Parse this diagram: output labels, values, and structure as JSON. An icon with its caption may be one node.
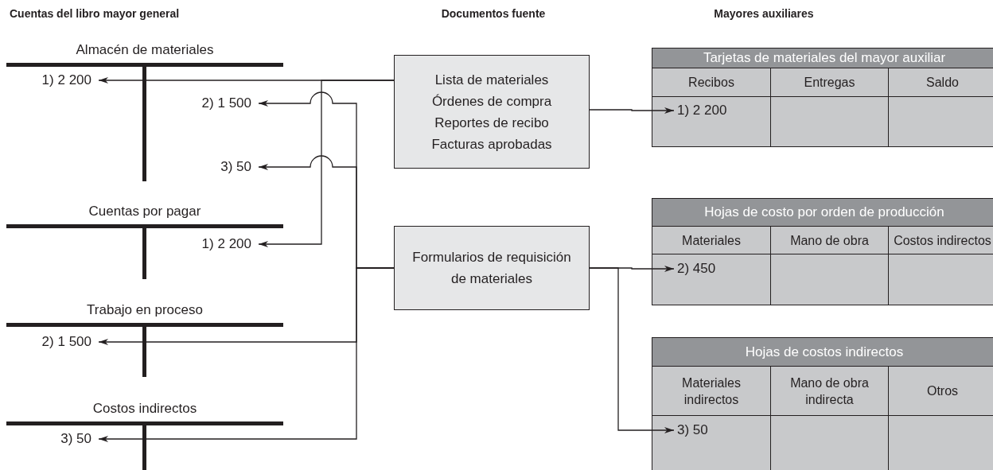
{
  "diagram": {
    "nodes": [
      {
        "text": [
          "Almacén de materiales"
        ]
      },
      {
        "text": [
          "1) 2 200"
        ],
        "in": 0
      },
      {
        "text": [
          "2) 1 500"
        ],
        "in": 0
      },
      {
        "text": [
          "3) 50"
        ],
        "in": 0
      },
      {
        "text": [
          "Cuentas por pagar"
        ]
      },
      {
        "text": [
          "1) 2 200"
        ],
        "in": 4
      },
      {
        "text": [
          "Trabajo en proceso"
        ]
      },
      {
        "text": [
          "2) 1 500"
        ],
        "in": 6
      },
      {
        "text": [
          "Costos indirectos"
        ]
      },
      {
        "text": [
          "3) 50"
        ],
        "in": 8
      },
      {
        "text": [
          "Lista de materiales",
          "Órdenes de compra",
          "Reportes de recibo",
          "Facturas aprobadas"
        ]
      },
      {
        "text": [
          "Formularios de requisición de materiales"
        ]
      },
      {
        "text": [
          "Tarjetas de materiales del mayor auxiliar",
          "Recibos",
          "Entregas",
          "Saldo"
        ]
      },
      {
        "text": [
          "1) 2 200"
        ],
        "in": 12
      },
      {
        "text": [
          "Hojas de costo por orden de producción",
          "Materiales",
          "Mano de obra",
          "Costos indirectos"
        ]
      },
      {
        "text": [
          "2) 450"
        ],
        "in": 14
      },
      {
        "text": [
          "Hojas de costos indirectos",
          "Materiales indirectos",
          "Mano de obra indirecta",
          "Otros"
        ]
      },
      {
        "text": [
          "3) 50"
        ],
        "in": 16
      }
    ],
    "edges": [
      {
        "from": 10,
        "to": 1,
        "arrow": "to"
      },
      {
        "from": 10,
        "to": 5,
        "arrow": "to"
      },
      {
        "from": 10,
        "to": 13,
        "arrow": "to"
      },
      {
        "from": 11,
        "to": 2,
        "arrow": "to"
      },
      {
        "from": 11,
        "to": 3,
        "arrow": "to"
      },
      {
        "from": 11,
        "to": 7,
        "arrow": "to"
      },
      {
        "from": 11,
        "to": 9,
        "arrow": "to"
      },
      {
        "from": 11,
        "to": 15,
        "arrow": "to"
      },
      {
        "from": 11,
        "to": 17,
        "arrow": "to"
      }
    ],
    "labels": [
      "Cuentas del libro mayor general",
      "Documentos fuente",
      "Mayores auxiliares"
    ]
  }
}
